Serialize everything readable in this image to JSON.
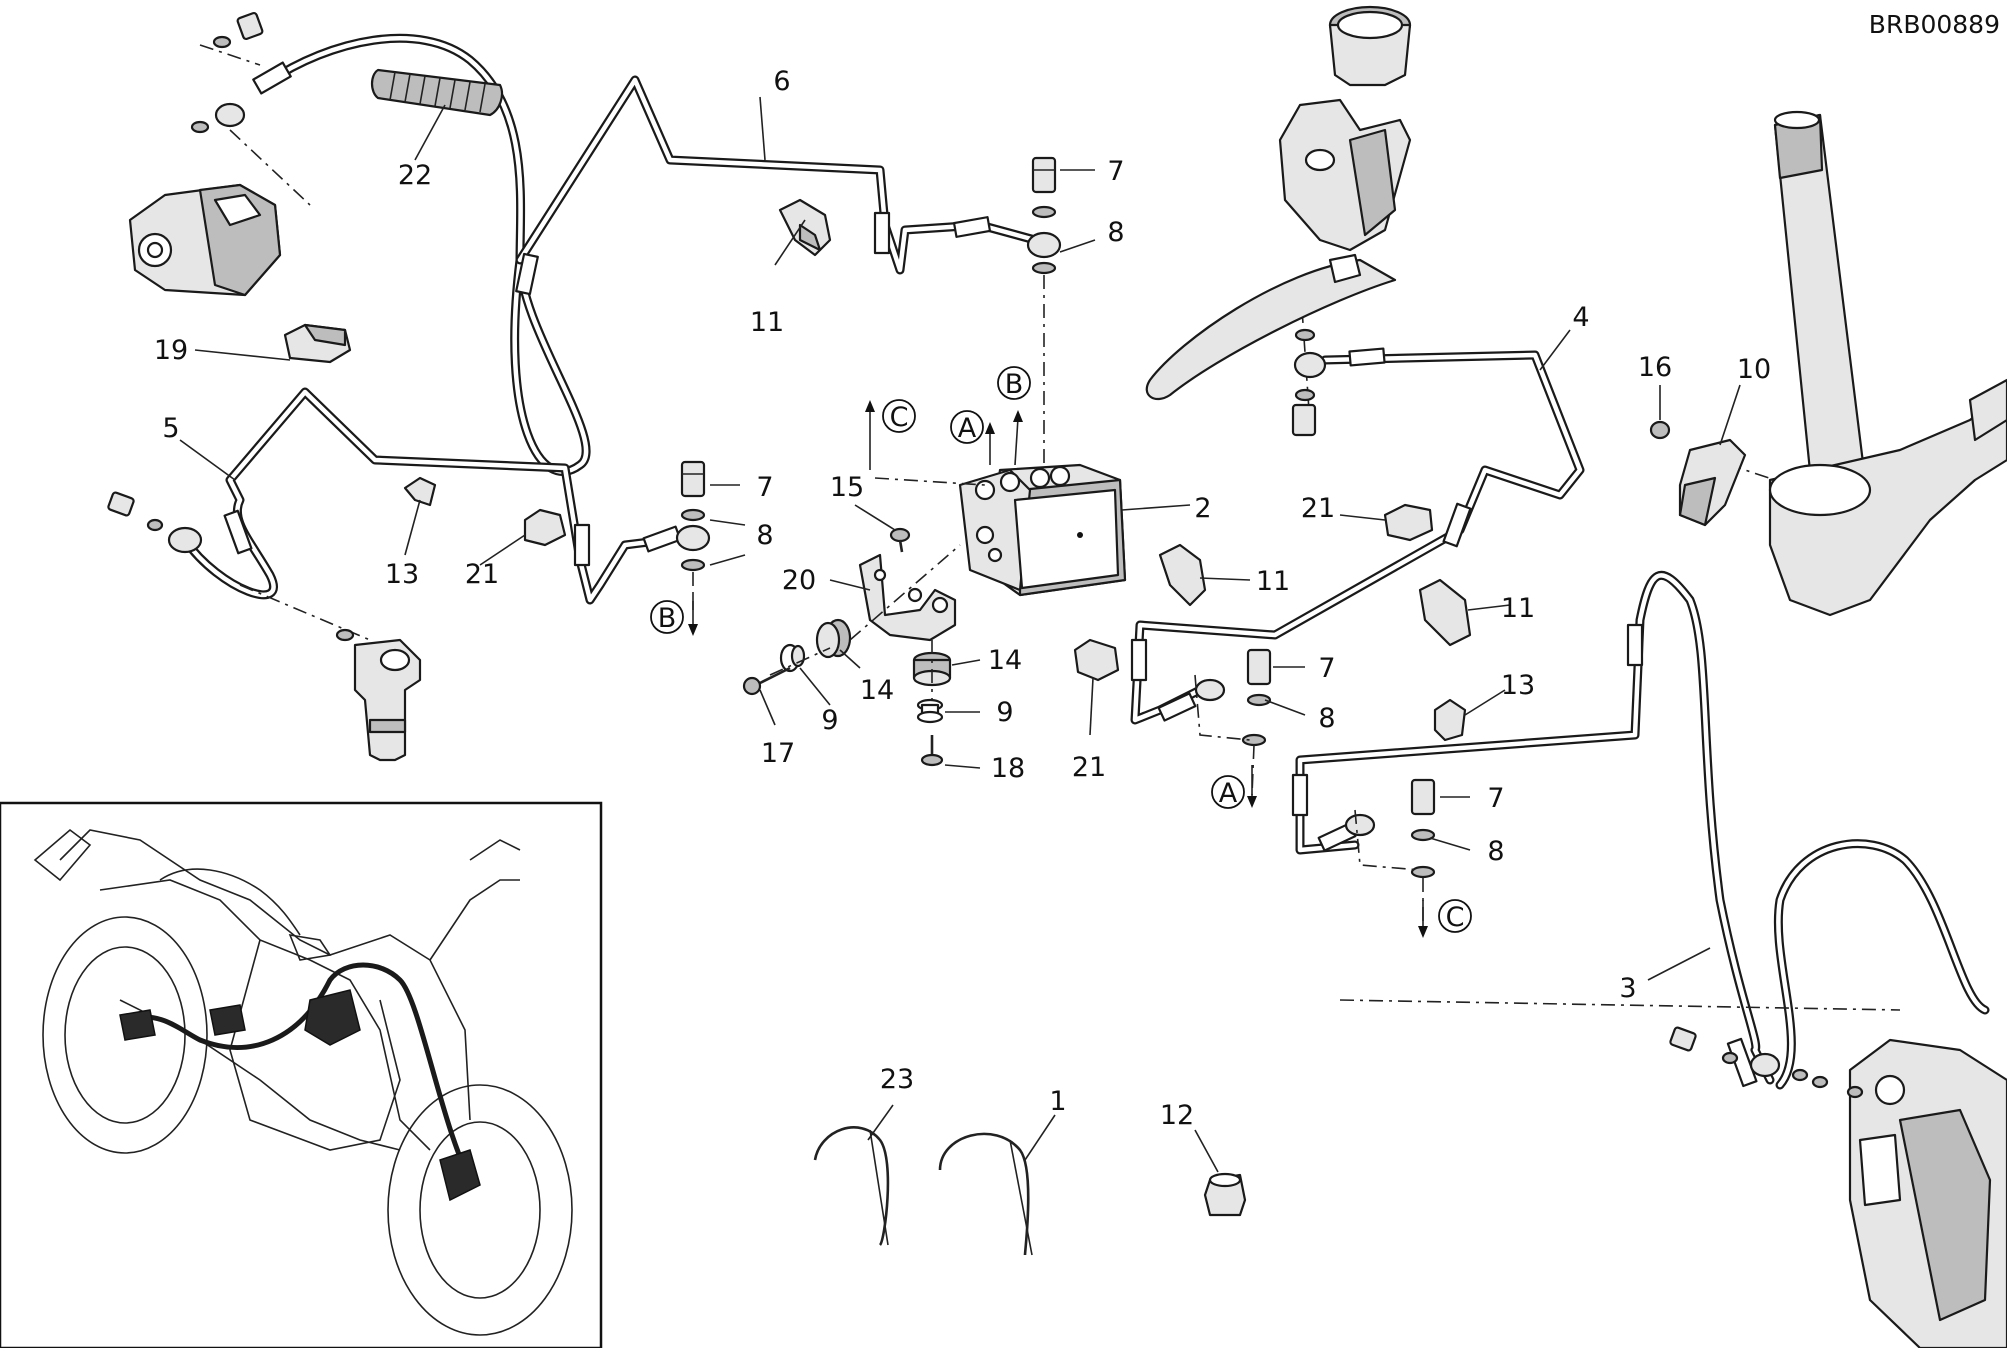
{
  "drawing_code": "BRB00889",
  "part_labels": [
    "1",
    "2",
    "3",
    "4",
    "5",
    "6",
    "7",
    "8",
    "9",
    "10",
    "11",
    "12",
    "13",
    "14",
    "15",
    "16",
    "17",
    "18",
    "19",
    "20",
    "21",
    "22",
    "23"
  ],
  "connection_markers": [
    "A",
    "B",
    "C"
  ]
}
